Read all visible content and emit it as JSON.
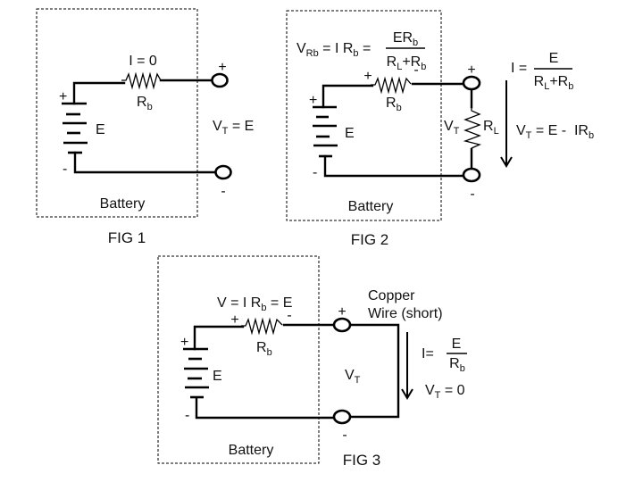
{
  "figures": [
    {
      "id": "fig1",
      "caption": "FIG 1",
      "box_label": "Battery",
      "current_label": "I = 0",
      "resistor_label": {
        "base": "R",
        "sub": "b"
      },
      "source_label": "E",
      "plus": "+",
      "minus": "-",
      "terminal_plus": "+",
      "terminal_minus": "-",
      "terminal_voltage": {
        "base": "V",
        "sub": "T",
        "rest": " = E"
      }
    },
    {
      "id": "fig2",
      "caption": "FIG 2",
      "box_label": "Battery",
      "internal_drop": {
        "lhs_base": "V",
        "lhs_sub": "Rb",
        "mid": " = I R",
        "mid_sub": "b",
        "eq": " =",
        "num_base": "ER",
        "num_sub": "b",
        "den_a": "R",
        "den_a_sub": "L",
        "den_plus": "+R",
        "den_b_sub": "b"
      },
      "resistor_label": {
        "base": "R",
        "sub": "b"
      },
      "resistor_plus": "+",
      "resistor_minus": "-",
      "source_label": "E",
      "plus": "+",
      "minus": "-",
      "terminal_plus": "+",
      "terminal_minus": "-",
      "load_label": {
        "base": "R",
        "sub": "L"
      },
      "terminal_voltage_label": {
        "base": "V",
        "sub": "T"
      },
      "current_formula": {
        "lhs": "I =",
        "num": "E",
        "den_a": "R",
        "den_a_sub": "L",
        "den_plus": "+R",
        "den_b_sub": "b"
      },
      "vt_formula": {
        "base": "V",
        "sub": "T",
        "rest": " = E -  IR",
        "rest_sub": "b"
      }
    },
    {
      "id": "fig3",
      "caption": "FIG 3",
      "box_label": "Battery",
      "internal_drop": {
        "lhs": "V = I R",
        "sub": "b",
        "rest": " = E"
      },
      "resistor_label": {
        "base": "R",
        "sub": "b"
      },
      "resistor_plus": "+",
      "resistor_minus": "-",
      "source_label": "E",
      "plus": "+",
      "minus": "-",
      "terminal_plus": "+",
      "terminal_minus": "-",
      "wire_label_line1": "Copper",
      "wire_label_line2": "Wire (short)",
      "terminal_voltage_label": {
        "base": "V",
        "sub": "T"
      },
      "current_formula": {
        "lhs": "I=",
        "num": "E",
        "den": "R",
        "den_sub": "b"
      },
      "vt_formula": {
        "base": "V",
        "sub": "T",
        "rest": " = 0"
      }
    }
  ]
}
